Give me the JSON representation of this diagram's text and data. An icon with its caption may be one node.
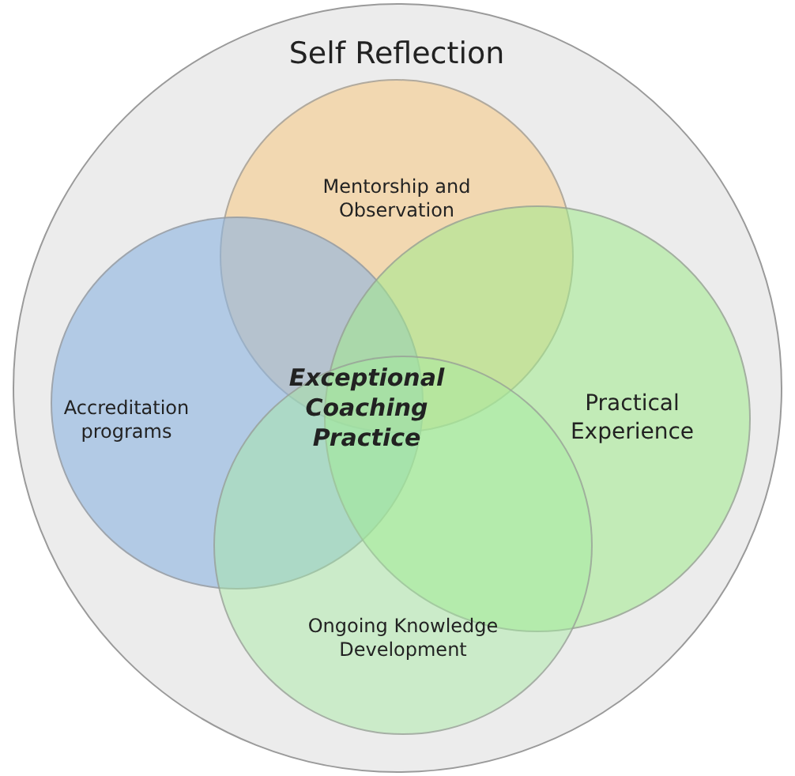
{
  "diagram": {
    "nodes": [
      {
        "text": [
          "Self Reflection"
        ]
      },
      {
        "text": [
          "Mentorship and Observation"
        ],
        "in": 0
      },
      {
        "text": [
          "Accreditation programs"
        ],
        "in": 0
      },
      {
        "text": [
          "Practical Experience"
        ],
        "in": 0
      },
      {
        "text": [
          "Ongoing Knowledge Development"
        ],
        "in": 0
      }
    ],
    "labels": [
      "Exceptional Coaching Practice"
    ]
  }
}
